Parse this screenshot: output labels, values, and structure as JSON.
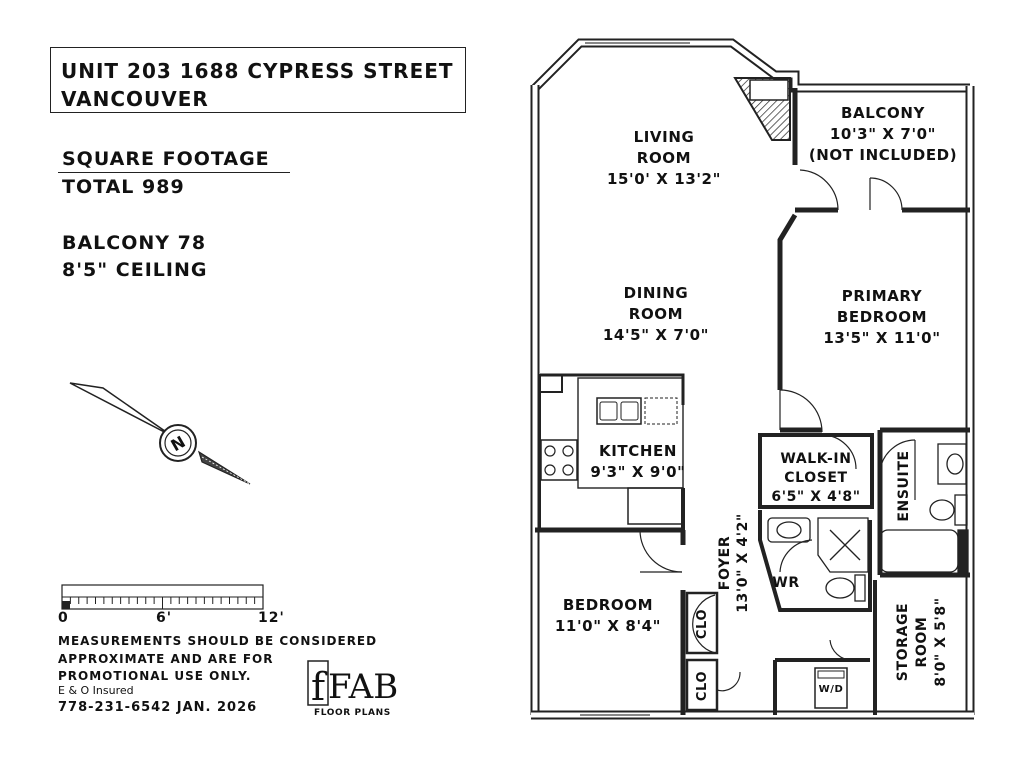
{
  "header": {
    "address_line1": "UNIT 203 1688 CYPRESS STREET",
    "address_line2": "VANCOUVER"
  },
  "stats": {
    "sqft_title": "SQUARE FOOTAGE",
    "total": "TOTAL 989",
    "balcony": "BALCONY 78",
    "ceiling": "8'5\" CEILING"
  },
  "compass": {
    "label": "N",
    "icon": "north-arrow-icon"
  },
  "scale": {
    "labels": [
      "0",
      "6'",
      "12'"
    ]
  },
  "disclaimer": {
    "lines": [
      "MEASUREMENTS SHOULD BE CONSIDERED",
      "APPROXIMATE AND ARE FOR",
      "PROMOTIONAL USE ONLY."
    ],
    "insured": "E & O Insured",
    "contact": "778-231-6542  JAN. 2026"
  },
  "logo": {
    "mark": "FAB",
    "text": "FLOOR PLANS"
  },
  "rooms": {
    "living": {
      "name1": "LIVING",
      "name2": "ROOM",
      "dims": "15'0' X 13'2\""
    },
    "balcony": {
      "name": "BALCONY",
      "dims": "10'3\" X 7'0\"",
      "note": "(NOT INCLUDED)"
    },
    "dining": {
      "name1": "DINING",
      "name2": "ROOM",
      "dims": "14'5\" X 7'0\""
    },
    "primary": {
      "name1": "PRIMARY",
      "name2": "BEDROOM",
      "dims": "13'5\" X 11'0\""
    },
    "kitchen": {
      "name": "KITCHEN",
      "dims": "9'3\" X 9'0\""
    },
    "walkin": {
      "name1": "WALK-IN",
      "name2": "CLOSET",
      "dims": "6'5\" X 4'8\""
    },
    "ensuite": {
      "name": "ENSUITE"
    },
    "foyer": {
      "name": "FOYER",
      "dims": "13'0\" X 4'2\""
    },
    "wr": {
      "name": "WR"
    },
    "bedroom": {
      "name": "BEDROOM",
      "dims": "11'0\" X 8'4\""
    },
    "clo1": {
      "name": "CLO"
    },
    "clo2": {
      "name": "CLO"
    },
    "storage": {
      "name1": "STORAGE",
      "name2": "ROOM",
      "dims": "8'0\" X 5'8\""
    },
    "wd": {
      "name": "W/D"
    }
  }
}
